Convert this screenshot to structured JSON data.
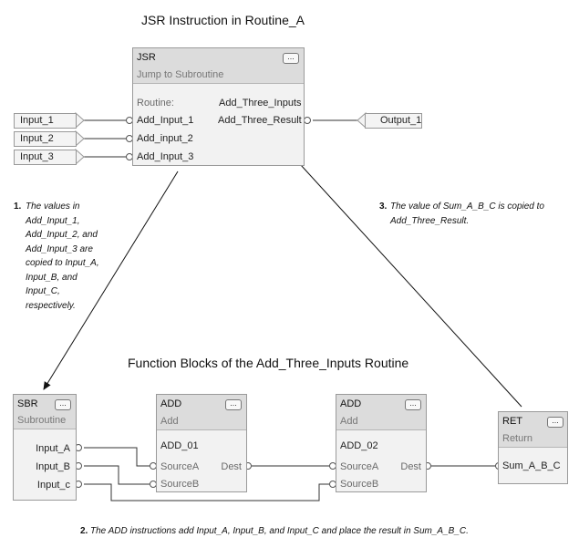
{
  "titles": {
    "top": "JSR Instruction in Routine_A",
    "bottom": "Function Blocks of the Add_Three_Inputs Routine"
  },
  "jsr": {
    "name": "JSR",
    "subtitle": "Jump to Subroutine",
    "dots": "...",
    "routine_label": "Routine:",
    "routine_value": "Add_Three_Inputs",
    "inputs": [
      "Add_Input_1",
      "Add_input_2",
      "Add_Input_3"
    ],
    "output": "Add_Three_Result"
  },
  "input_tags": [
    "Input_1",
    "Input_2",
    "Input_3"
  ],
  "output_tag": "Output_1",
  "sbr": {
    "name": "SBR",
    "subtitle": "Subroutine",
    "dots": "...",
    "outputs": [
      "Input_A",
      "Input_B",
      "Input_c"
    ]
  },
  "add1": {
    "name": "ADD",
    "subtitle": "Add",
    "dots": "...",
    "instance": "ADD_01",
    "inputs": [
      "SourceA",
      "SourceB"
    ],
    "output": "Dest"
  },
  "add2": {
    "name": "ADD",
    "subtitle": "Add",
    "dots": "...",
    "instance": "ADD_02",
    "inputs": [
      "SourceA",
      "SourceB"
    ],
    "output": "Dest"
  },
  "ret": {
    "name": "RET",
    "subtitle": "Return",
    "dots": "...",
    "input": "Sum_A_B_C"
  },
  "notes": {
    "n1_num": "1.",
    "n1_lines": [
      "The values in",
      "Add_Input_1,",
      "Add_Input_2, and",
      "Add_Input_3 are",
      "copied to Input_A,",
      "Input_B, and",
      "Input_C,",
      "respectively."
    ],
    "n2_num": "2.",
    "n2_text": "The ADD instructions add Input_A, Input_B, and Input_C and place the result in Sum_A_B_C.",
    "n3_num": "3.",
    "n3_line1": "The value of Sum_A_B_C is copied to",
    "n3_line2": "Add_Three_Result."
  }
}
